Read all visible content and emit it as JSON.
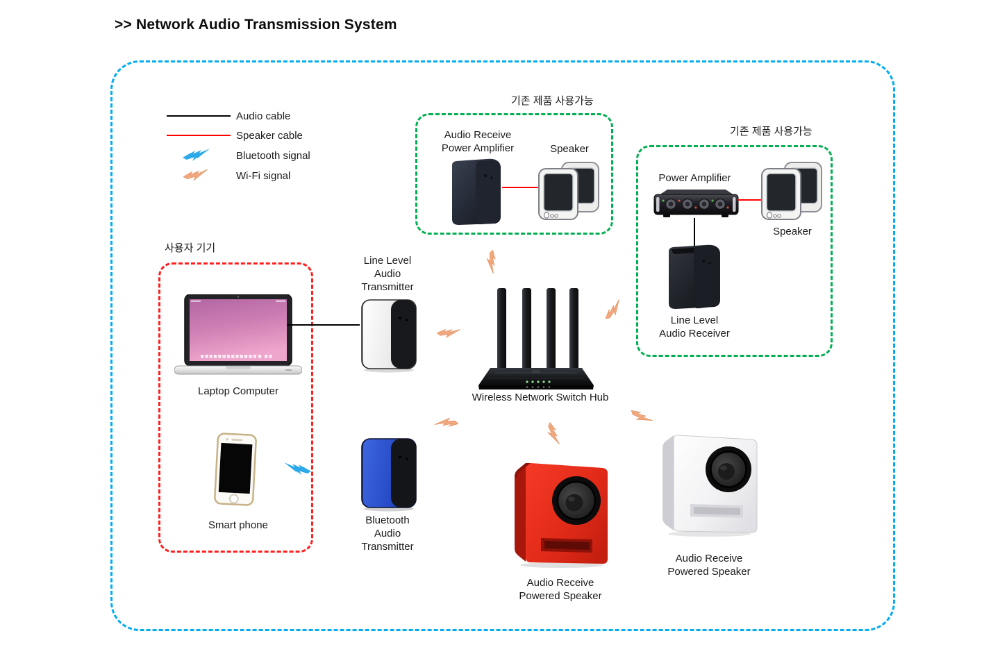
{
  "title": ">> Network Audio Transmission System",
  "legend": {
    "audio_cable": "Audio cable",
    "speaker_cable": "Speaker cable",
    "bluetooth_signal": "Bluetooth signal",
    "wifi_signal": "Wi-Fi signal"
  },
  "groups": {
    "top_existing": {
      "caption": "기존 제품 사용가능"
    },
    "right_existing": {
      "caption": "기존 제품 사용가능"
    },
    "user_devices": {
      "caption": "사용자 기기"
    }
  },
  "devices": {
    "audio_receive_power_amplifier": {
      "label_lines": [
        "Audio Receive",
        "Power Amplifier"
      ]
    },
    "top_speaker": {
      "label": "Speaker"
    },
    "power_amplifier": {
      "label": "Power Amplifier"
    },
    "right_speaker": {
      "label": "Speaker"
    },
    "line_level_audio_receiver": {
      "label_lines": [
        "Line Level",
        "Audio Receiver"
      ]
    },
    "laptop": {
      "label": "Laptop Computer"
    },
    "smartphone": {
      "label": "Smart phone"
    },
    "line_level_audio_transmitter": {
      "label_lines": [
        "Line Level",
        "Audio",
        "Transmitter"
      ]
    },
    "bluetooth_audio_transmitter": {
      "label_lines": [
        "Bluetooth",
        "Audio",
        "Transmitter"
      ]
    },
    "switch_hub": {
      "label": "Wireless Network Switch Hub"
    },
    "red_powered_speaker": {
      "label_lines": [
        "Audio Receive",
        "Powered Speaker"
      ]
    },
    "white_powered_speaker": {
      "label_lines": [
        "Audio Receive",
        "Powered Speaker"
      ]
    }
  },
  "colors": {
    "outer_border": "#00AEEF",
    "existing_group_border": "#00B050",
    "user_group_border": "#FF1F1F",
    "audio_cable": "#000000",
    "speaker_cable": "#FF0000",
    "wifi_signal": "#F2A87E",
    "bluetooth_signal": "#2BA9E8"
  }
}
